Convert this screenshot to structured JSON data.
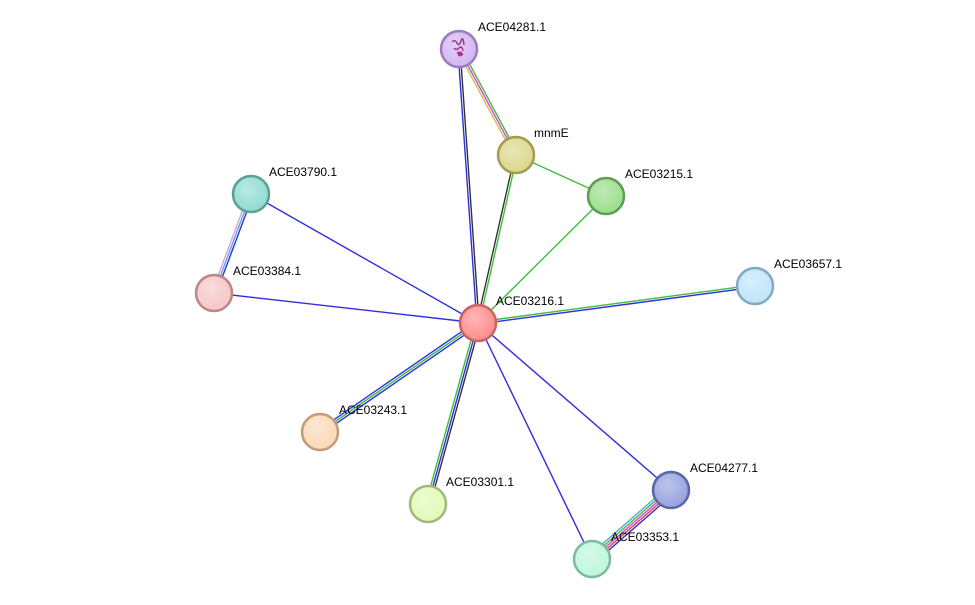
{
  "network": {
    "nodes": [
      {
        "id": "ACE03216.1",
        "label": "ACE03216.1",
        "fill": "#ff8f8f",
        "stroke": "#c76464",
        "center": true
      },
      {
        "id": "ACE04281.1",
        "label": "ACE04281.1",
        "fill": "#d4b8f2",
        "stroke": "#9a7cc0",
        "has_structure_image": true
      },
      {
        "id": "mnmE",
        "label": "mnmE",
        "fill": "#dcd98f",
        "stroke": "#a19c55"
      },
      {
        "id": "ACE03215.1",
        "label": "ACE03215.1",
        "fill": "#9ddf90",
        "stroke": "#5f9d55"
      },
      {
        "id": "ACE03790.1",
        "label": "ACE03790.1",
        "fill": "#94ddd3",
        "stroke": "#5b9f96"
      },
      {
        "id": "ACE03384.1",
        "label": "ACE03384.1",
        "fill": "#f7c8c8",
        "stroke": "#b98787"
      },
      {
        "id": "ACE03657.1",
        "label": "ACE03657.1",
        "fill": "#c2e6fa",
        "stroke": "#84aac0"
      },
      {
        "id": "ACE03243.1",
        "label": "ACE03243.1",
        "fill": "#fcd9b9",
        "stroke": "#c09c7c"
      },
      {
        "id": "ACE03301.1",
        "label": "ACE03301.1",
        "fill": "#e2fab9",
        "stroke": "#a2b87c"
      },
      {
        "id": "ACE04277.1",
        "label": "ACE04277.1",
        "fill": "#9aa5e0",
        "stroke": "#5b66a6"
      },
      {
        "id": "ACE03353.1",
        "label": "ACE03353.1",
        "fill": "#bff7dd",
        "stroke": "#80b8a0"
      }
    ],
    "edges": [
      {
        "source": "ACE03216.1",
        "target": "ACE04281.1",
        "colors": [
          "#2e2ee0",
          "#333333"
        ]
      },
      {
        "source": "ACE03216.1",
        "target": "mnmE",
        "colors": [
          "#333333",
          "#3cbf3c"
        ]
      },
      {
        "source": "ACE03216.1",
        "target": "ACE03215.1",
        "colors": [
          "#3cbf3c"
        ]
      },
      {
        "source": "ACE03216.1",
        "target": "ACE03790.1",
        "colors": [
          "#2e2ee0"
        ]
      },
      {
        "source": "ACE03216.1",
        "target": "ACE03384.1",
        "colors": [
          "#2e2ee0"
        ]
      },
      {
        "source": "ACE03216.1",
        "target": "ACE03657.1",
        "colors": [
          "#3cbf3c",
          "#2e2ee0"
        ]
      },
      {
        "source": "ACE03216.1",
        "target": "ACE03243.1",
        "colors": [
          "#2e2ee0",
          "#3cbf3c",
          "#2e2ee0"
        ]
      },
      {
        "source": "ACE03216.1",
        "target": "ACE03301.1",
        "colors": [
          "#333333",
          "#2e2ee0",
          "#3cbf3c"
        ]
      },
      {
        "source": "ACE03216.1",
        "target": "ACE04277.1",
        "colors": [
          "#2e2ee0"
        ]
      },
      {
        "source": "ACE03216.1",
        "target": "ACE03353.1",
        "colors": [
          "#2e2ee0"
        ]
      },
      {
        "source": "ACE04281.1",
        "target": "mnmE",
        "colors": [
          "#3cbf3c",
          "#e040e0",
          "#c8c840"
        ]
      },
      {
        "source": "mnmE",
        "target": "ACE03215.1",
        "colors": [
          "#3cbf3c"
        ]
      },
      {
        "source": "ACE03790.1",
        "target": "ACE03384.1",
        "colors": [
          "#2e2ee0",
          "#55aadd",
          "#e0a0e0"
        ]
      },
      {
        "source": "ACE04277.1",
        "target": "ACE03353.1",
        "colors": [
          "#2e2ee0",
          "#e04040",
          "#e040e0",
          "#3cbf3c",
          "#55aadd"
        ]
      }
    ]
  }
}
